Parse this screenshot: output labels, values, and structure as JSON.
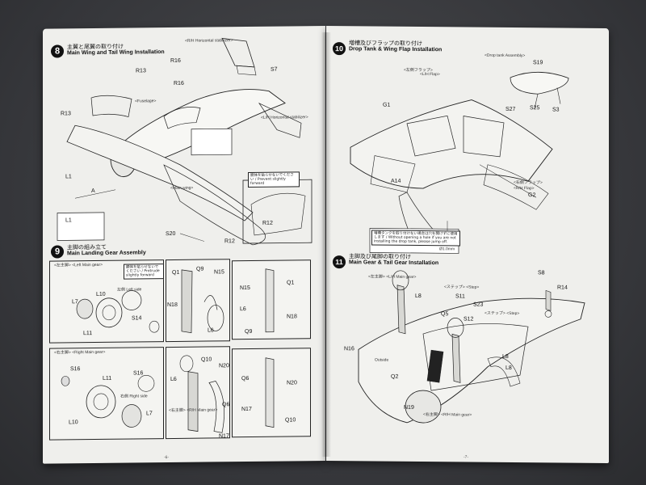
{
  "left_page": {
    "step8": {
      "number": "8",
      "title_jp": "主翼と尾翼の取り付け",
      "title_en": "Main Wing and Tail Wing Installation",
      "parts": [
        "R13",
        "R16",
        "R16",
        "S7",
        "R13",
        "L1",
        "L1",
        "A",
        "S20",
        "R12",
        "R12"
      ],
      "labels": [
        "<R/H Horizontal stabilizer>",
        "<Fuselage>",
        "<L/H Horizontal stabilizer>",
        "<Main wing>"
      ],
      "note": "胴体を貼らせないでください / Prevent slightly forward"
    },
    "step9": {
      "number": "9",
      "title_jp": "主脚の組み立て",
      "title_en": "Main Landing Gear Assembly",
      "left_gear_label": "<左主脚> <Left Main gear>",
      "right_gear_label": "<右主脚> <Right Main gear>",
      "parts_top": [
        "L7",
        "L10",
        "S14",
        "L11",
        "Q1",
        "Q9",
        "N15",
        "N18",
        "L6",
        "N15",
        "Q1",
        "L6",
        "N18",
        "Q9"
      ],
      "parts_bottom": [
        "S16",
        "L11",
        "S16",
        "L10",
        "L7",
        "Q10",
        "N20",
        "L6",
        "Q6",
        "N17",
        "Q6",
        "N20",
        "N17",
        "Q10"
      ],
      "left_side": "左側 Left side",
      "right_side": "右側 Right side",
      "gear_leg_label": "<右主脚> <R/H Main gear>",
      "note": "胴体を貼らせないでください / Protrude slightly forward"
    },
    "folio": "-6-"
  },
  "right_page": {
    "step10": {
      "number": "10",
      "title_jp": "増槽及びフラップの取り付け",
      "title_en": "Drop Tank & Wing Flap Installation",
      "drop_tank_label": "<Drop tank Assembly>",
      "parts": [
        "S19",
        "S27",
        "S25",
        "S3",
        "G1",
        "A14",
        "G2"
      ],
      "flap_labels": [
        "<L/H Flap>",
        "<R/H Flap>",
        "<左側フラップ>",
        "<右側フラップ>"
      ],
      "note": "増槽タンクを取り付けない場合は穴を開けずに使用します / Without opening a hole if you are not installing the drop tank, please jump off.",
      "dim": "Ø1.0mm"
    },
    "step11": {
      "number": "11",
      "title_jp": "主脚及び尾脚の取り付け",
      "title_en": "Main Gear & Tail Gear Installation",
      "parts": [
        "L8",
        "S11",
        "S23",
        "S12",
        "S8",
        "R14",
        "Q5",
        "N16",
        "Q2",
        "N19",
        "L8",
        "L8"
      ],
      "labels": [
        "<左主脚> <L/H Main gear>",
        "<ステップ> <Step>",
        "<ステップ> <Step>",
        "<右主脚> <R/H Main gear>",
        "Outside"
      ]
    },
    "folio": "-7-"
  }
}
